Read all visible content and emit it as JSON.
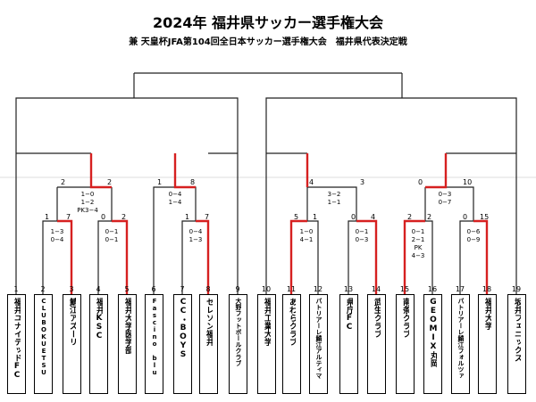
{
  "title": "2024年 福井県サッカー選手権大会",
  "subtitle": "兼 天皇杯JFA第104回全日本サッカー選手権大会　福井県代表決定戦",
  "colors": {
    "winner_line": "#d62020",
    "line": "#222222"
  },
  "teams": [
    {
      "no": "1",
      "name": "福井ユナイテッドFC"
    },
    {
      "no": "2",
      "name": "CLUBOKUETSU"
    },
    {
      "no": "3",
      "name": "鯖江アズーリ"
    },
    {
      "no": "4",
      "name": "福井KSC"
    },
    {
      "no": "5",
      "name": "福井大学医学部"
    },
    {
      "no": "6",
      "name": "Fascino blu"
    },
    {
      "no": "7",
      "name": "CC・BOYS"
    },
    {
      "no": "8",
      "name": "セレソン福井"
    },
    {
      "no": "9",
      "name": "大野フットボールクラブ"
    },
    {
      "no": "10",
      "name": "福井工業大学"
    },
    {
      "no": "11",
      "name": "あわらクラブ"
    },
    {
      "no": "12",
      "name": "パトリアーレ鯖江アルティマ"
    },
    {
      "no": "13",
      "name": "県庁FC"
    },
    {
      "no": "14",
      "name": "武生クラブ"
    },
    {
      "no": "15",
      "name": "南条クラブ"
    },
    {
      "no": "16",
      "name": "GEOMIX丸岡"
    },
    {
      "no": "17",
      "name": "パトリアーレ鯖江フォルツァ"
    },
    {
      "no": "18",
      "name": "福井大学"
    },
    {
      "no": "19",
      "name": "坂井フェニックス"
    }
  ],
  "scores": {
    "m2_3": {
      "left": "1",
      "right": "7",
      "detail1": "1−3",
      "detail2": "0−4"
    },
    "m4_5": {
      "left": "0",
      "right": "2",
      "detail1": "0−1",
      "detail2": "0−1"
    },
    "m7_8": {
      "left": "1",
      "right": "7",
      "detail1": "0−4",
      "detail2": "1−3"
    },
    "m11_12": {
      "left": "5",
      "right": "1",
      "detail1": "1−0",
      "detail2": "4−1"
    },
    "m13_14": {
      "left": "0",
      "right": "4",
      "detail1": "0−1",
      "detail2": "0−3"
    },
    "m15_16": {
      "left": "2",
      "right": "2",
      "detail1": "0−1",
      "detail2": "2−1",
      "detail3": "PK",
      "detail4": "4−3"
    },
    "m17_18": {
      "left": "0",
      "right": "15",
      "detail1": "0−6",
      "detail2": "0−9"
    },
    "q1": {
      "left": "2",
      "right": "2",
      "detail1": "1−0",
      "detail2": "1−2",
      "detail3": "PK3−4"
    },
    "q2": {
      "left": "1",
      "right": "8",
      "detail1": "0−4",
      "detail2": "1−4"
    },
    "q3": {
      "left": "4",
      "right": "3",
      "detail1": "3−2",
      "detail2": "1−1"
    },
    "q4": {
      "left": "0",
      "right": "10",
      "detail1": "0−3",
      "detail2": "0−7"
    }
  }
}
